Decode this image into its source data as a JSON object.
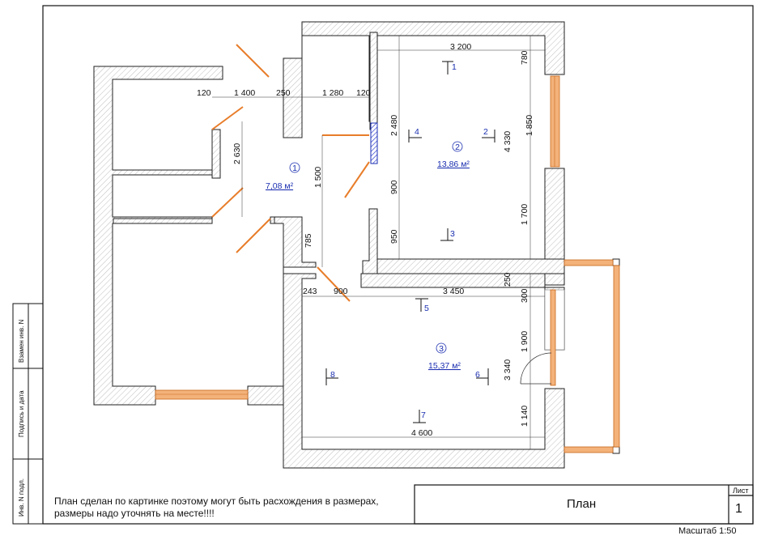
{
  "note": "План сделан по картинке поэтому могут быть расхождения в размерах, размеры надо уточнять на месте!!!!",
  "title_block": {
    "title": "План",
    "sheet_label": "Лист",
    "sheet_number": "1",
    "scale": "Масштаб 1:50"
  },
  "side_stamp": [
    "Взамен инв. N",
    "Подпись и дата",
    "Инв. N подл."
  ],
  "rooms": [
    {
      "number": "1",
      "area": "7,08 м²"
    },
    {
      "number": "2",
      "area": "13,86 м²"
    },
    {
      "number": "3",
      "area": "15,37 м²"
    }
  ],
  "dimensions": {
    "top": [
      "120",
      "1 400",
      "250",
      "1 280",
      "120",
      "3 200"
    ],
    "corridor": [
      "2 630",
      "1 500",
      "785"
    ],
    "room2": [
      "780",
      "1 850",
      "1 700",
      "4 330",
      "2 480",
      "900",
      "950"
    ],
    "room3": [
      "243",
      "900",
      "3 450",
      "250",
      "300",
      "1 900",
      "3 340",
      "1 140",
      "4 600"
    ]
  },
  "views": [
    "1",
    "2",
    "3",
    "4",
    "5",
    "6",
    "7",
    "8"
  ]
}
